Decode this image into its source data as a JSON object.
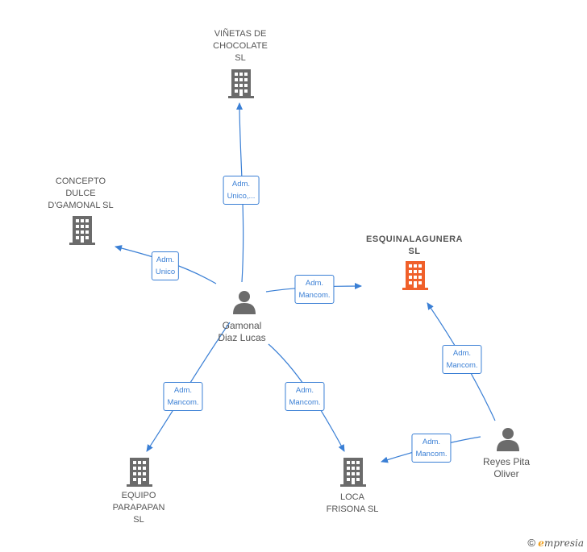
{
  "companies": [
    {
      "id": "vinetas",
      "label": "VIÑETAS DE\nCHOCOLATE\nSL",
      "focus": false
    },
    {
      "id": "concepto",
      "label": "CONCEPTO\nDULCE\nD'GAMONAL SL",
      "focus": false
    },
    {
      "id": "esquina",
      "label": "ESQUINALAGUNERA\nSL",
      "focus": true
    },
    {
      "id": "equipo",
      "label": "EQUIPO\nPARAPAPAN\nSL",
      "focus": false
    },
    {
      "id": "loca",
      "label": "LOCA\nFRISONA  SL",
      "focus": false
    }
  ],
  "people": [
    {
      "id": "gamonal",
      "label": "Gamonal\nDiaz Lucas"
    },
    {
      "id": "reyes",
      "label": "Reyes Pita\nOliver"
    }
  ],
  "edges": [
    {
      "from": "gamonal",
      "to": "vinetas",
      "label": "Adm.\nUnico,..."
    },
    {
      "from": "gamonal",
      "to": "concepto",
      "label": "Adm.\nUnico"
    },
    {
      "from": "gamonal",
      "to": "esquina",
      "label": "Adm.\nMancom."
    },
    {
      "from": "gamonal",
      "to": "equipo",
      "label": "Adm.\nMancom."
    },
    {
      "from": "gamonal",
      "to": "loca",
      "label": "Adm.\nMancom."
    },
    {
      "from": "reyes",
      "to": "esquina",
      "label": "Adm.\nMancom."
    },
    {
      "from": "reyes",
      "to": "loca",
      "label": "Adm.\nMancom."
    }
  ],
  "colors": {
    "edge": "#3a7fd5",
    "building": "#6b6b6b",
    "focus_building": "#f0602a",
    "person": "#6b6b6b"
  },
  "footer": {
    "copyright": "©",
    "brand_initial": "e",
    "brand_rest": "mpresia"
  }
}
